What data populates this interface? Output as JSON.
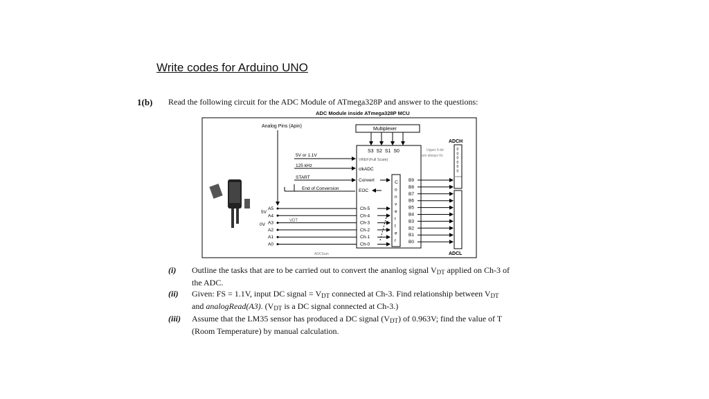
{
  "heading": "Write codes for Arduino UNO",
  "question": {
    "number": "1(b)",
    "intro": "Read the following circuit for the ADC Module of ATmega328P and answer to the questions:"
  },
  "figure": {
    "title": "ADC Module inside ATmega328P MCU",
    "analog_pins_label": "Analog Pins (Apin)",
    "multiplexer_label": "Multiplexer",
    "select_lines": "S3  S2  S1  S0",
    "vref": "VREF(Full Scale)",
    "clk": "clkADC",
    "convert": "Convert",
    "eoc": "EOC",
    "supply": "5V or 1.1V",
    "clock_freq": "125 kHz",
    "start": "START",
    "end_conv": "End of Conversion",
    "converter_letters": [
      "C",
      "o",
      "n",
      "v",
      "e",
      "r",
      "t",
      "e",
      "r"
    ],
    "channels": [
      "Ch-5",
      "Ch-4",
      "Ch-3",
      "Ch-2",
      "Ch-1",
      "Ch-0"
    ],
    "pins": [
      "A5",
      "A4",
      "A3",
      "A2",
      "A1",
      "A0"
    ],
    "bits": [
      "B9",
      "B8",
      "B7",
      "B6",
      "B5",
      "B4",
      "B3",
      "B2",
      "B1",
      "B0"
    ],
    "adch": "ADCH",
    "adcl": "ADCL",
    "upper_note_1": "Upper 6-bit",
    "upper_note_2": "are always 0s",
    "zeros": [
      "0",
      "0",
      "0",
      "0",
      "0",
      "0"
    ],
    "five_v": "5V",
    "zero_v": "0V",
    "vdt": "VDT",
    "footer": "ADCSum"
  },
  "items": [
    {
      "label": "(i)",
      "text": "Outline the tasks that are to be carried out to convert the ananlog signal V",
      "sub": "DT",
      "text2": " applied on Ch-3 of the ADC."
    },
    {
      "label": "(ii)",
      "text_a": "Given: FS = 1.1V, input DC signal = V",
      "sub_a": "DT",
      "text_b": " connected at Ch-3. Find relationship between V",
      "sub_b": "DT",
      "text_c": " and ",
      "italic": "analogRead(A3)",
      "text_d": ". (V",
      "sub_c": "DT",
      "text_e": " is a DC signal connected at Ch-3.)"
    },
    {
      "label": "(iii)",
      "text_a": "Assume that the LM35 sensor has produced a DC signal (V",
      "sub_a": "DT",
      "text_b": ") of 0.963V; find the value of T (Room Temperature) by manual calculation."
    }
  ]
}
